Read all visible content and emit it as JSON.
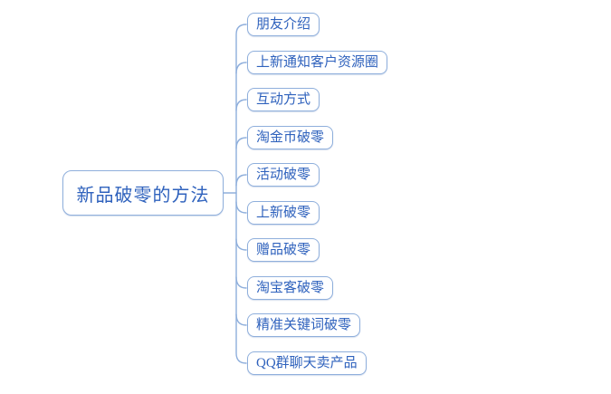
{
  "diagram": {
    "root": {
      "label": "新品破零的方法"
    },
    "children": [
      {
        "label": "朋友介绍"
      },
      {
        "label": "上新通知客户资源圈"
      },
      {
        "label": "互动方式"
      },
      {
        "label": "淘金币破零"
      },
      {
        "label": "活动破零"
      },
      {
        "label": "上新破零"
      },
      {
        "label": "赠品破零"
      },
      {
        "label": "淘宝客破零"
      },
      {
        "label": "精准关键词破零"
      },
      {
        "label": "QQ群聊天卖产品"
      }
    ]
  },
  "colors": {
    "line": "#8fafdc",
    "node_border": "#8fafdc",
    "node_text": "#2f62bd",
    "background": "#ffffff"
  }
}
